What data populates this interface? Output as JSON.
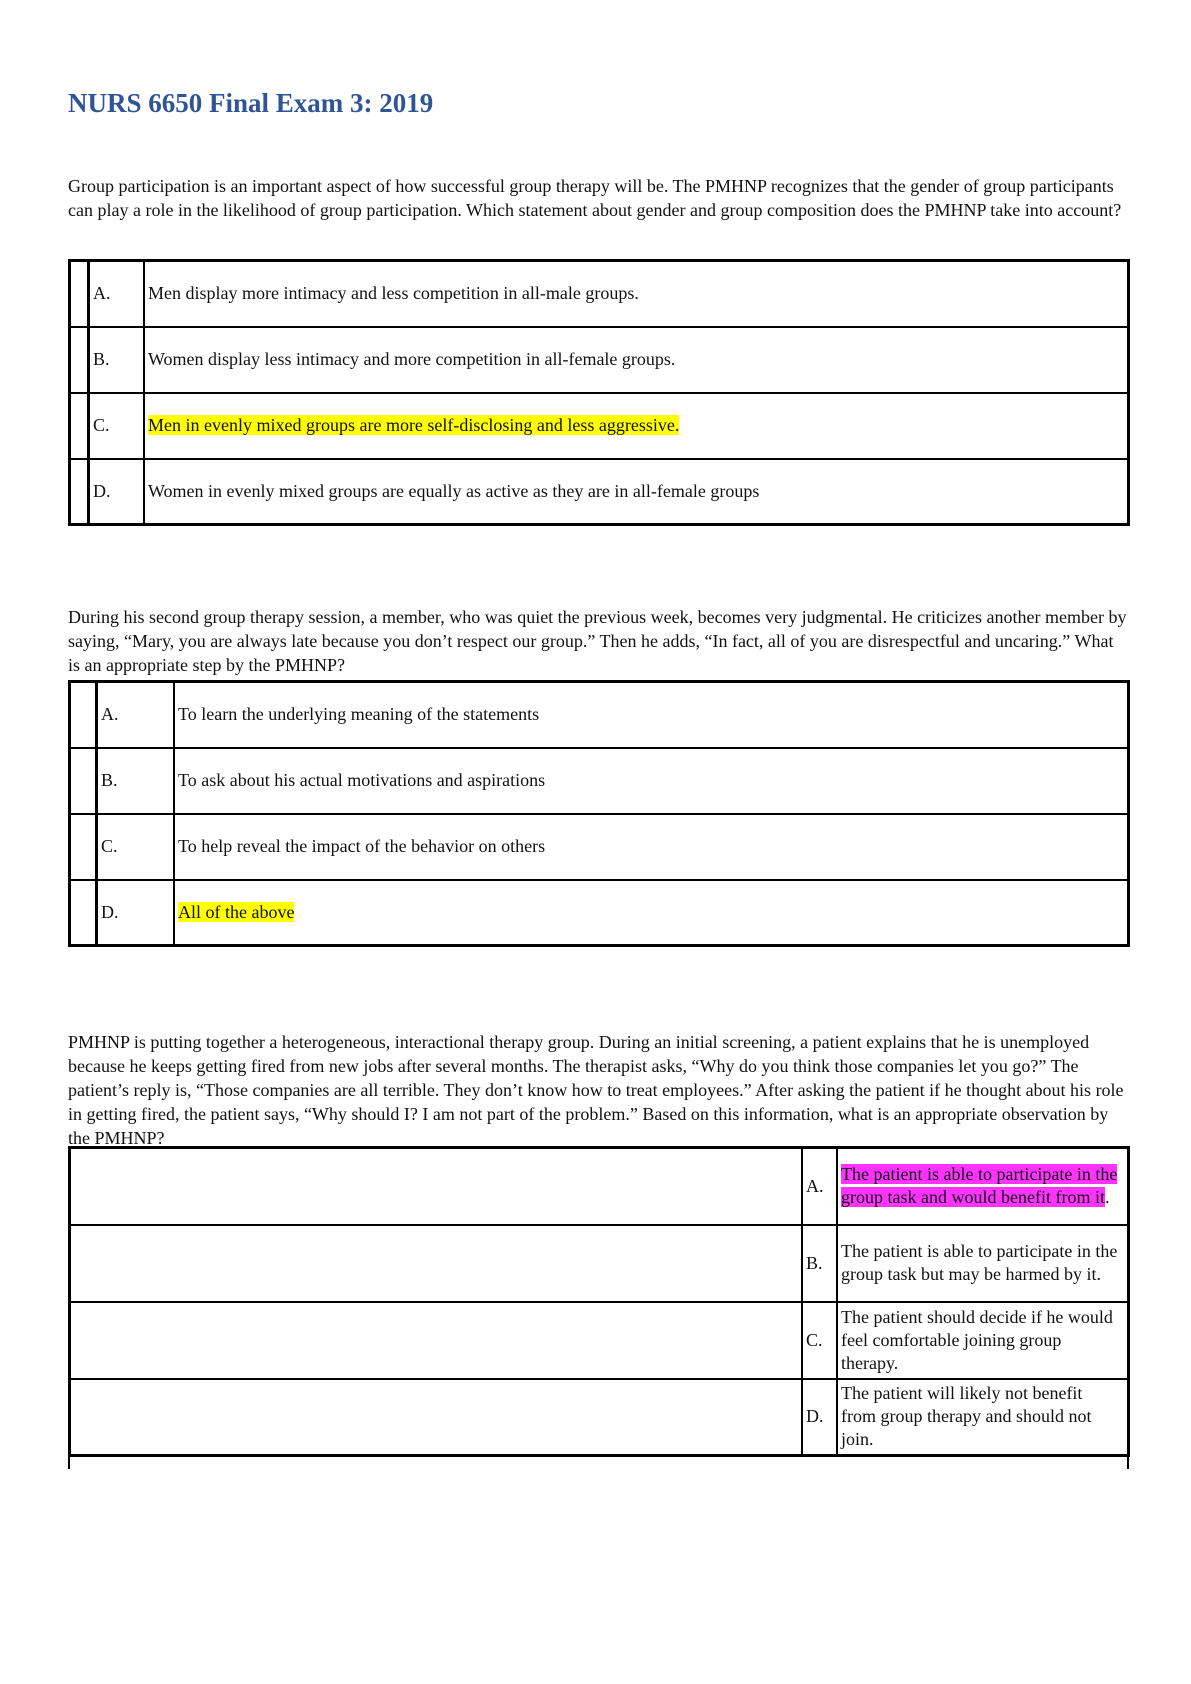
{
  "title": "NURS 6650 Final Exam 3: 2019",
  "questions": [
    {
      "stem": "Group participation is an important aspect of how successful group therapy will be. The PMHNP recognizes that the gender of group participants can play a role in the likelihood of group participation. Which statement about gender and group composition does the PMHNP take into account?",
      "options": [
        {
          "letter": "A.",
          "text": "Men display more intimacy and less competition in all-male groups."
        },
        {
          "letter": "B.",
          "text": "Women display less intimacy and more competition in all-female groups."
        },
        {
          "letter": "C.",
          "text": "Men in evenly mixed groups are more self-disclosing and less aggressive."
        },
        {
          "letter": "D.",
          "text": "Women in evenly mixed groups are equally as active as they are in all-female groups"
        }
      ],
      "highlighted": "C.",
      "highlight_color": "#ffff00"
    },
    {
      "stem": "During his second group therapy session, a member, who was quiet the previous week, becomes very judgmental. He criticizes another member by saying, “Mary, you are always late because you don’t respect our group.” Then he adds, “In fact, all of you are disrespectful and uncaring.” What is an appropriate step by the PMHNP?",
      "options": [
        {
          "letter": "A.",
          "text": "To learn the underlying meaning of the statements"
        },
        {
          "letter": "B.",
          "text": "To ask about his actual motivations and aspirations"
        },
        {
          "letter": "C.",
          "text": "To help reveal the impact of the behavior on others"
        },
        {
          "letter": "D.",
          "text": "All of the above"
        }
      ],
      "highlighted": "D.",
      "highlight_color": "#ffff00"
    },
    {
      "stem": "PMHNP is putting together a heterogeneous, interactional therapy group. During an initial screening, a patient explains that he is unemployed because he keeps getting fired from new jobs after several months. The therapist asks, “Why do you think those companies let you go?” The patient’s reply is, “Those companies are all terrible. They don’t know how to treat employees.” After asking the patient if he thought about his role in getting fired, the patient says, “Why should I? I am not part of the problem.” Based on this information, what is an appropriate observation by the PMHNP?",
      "options": [
        {
          "letter": "A.",
          "text": "The patient is able to participate in the group task and would benefit from it",
          "suffix": "."
        },
        {
          "letter": "B.",
          "text": "The patient is able to participate in the group task but may be harmed by it."
        },
        {
          "letter": "C.",
          "text": "The patient should decide if he would feel comfortable joining group therapy."
        },
        {
          "letter": "D.",
          "text": "The patient will likely not benefit from group therapy and should not join."
        }
      ],
      "highlighted": "A.",
      "highlight_color": "#ff33ff"
    }
  ]
}
